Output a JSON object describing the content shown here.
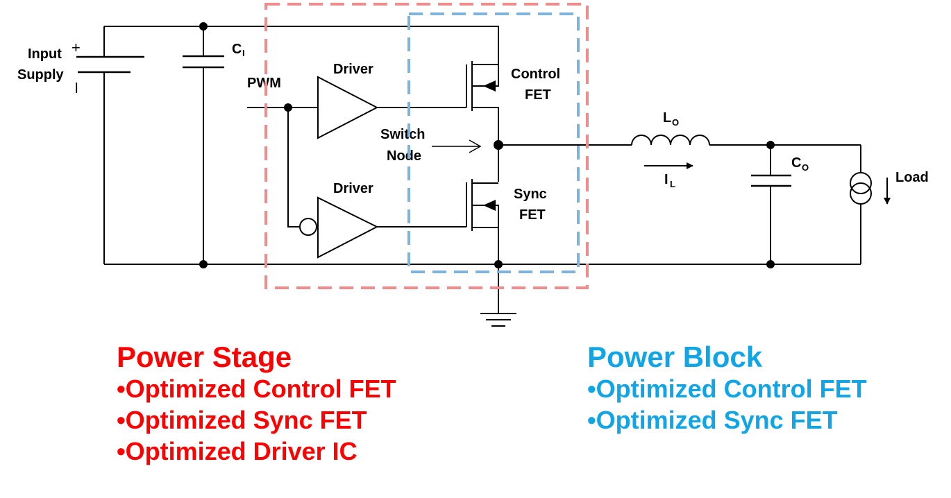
{
  "colors": {
    "power_stage": "#ff0000",
    "power_stage_box": "#f08c8c",
    "power_block": "#12a5e6",
    "power_block_box": "#7fb3dc",
    "wire": "#000000"
  },
  "circuit": {
    "input_supply_line1": "Input",
    "input_supply_line2": "Supply",
    "plus_sign": "+",
    "minus_sign": "l",
    "input_cap": "C",
    "input_cap_sub": "I",
    "pwm": "PWM",
    "driver_top": "Driver",
    "driver_bottom": "Driver",
    "control_fet_line1": "Control",
    "control_fet_line2": "FET",
    "switch_node_line1": "Switch",
    "switch_node_line2": "Node",
    "sync_fet_line1": "Sync",
    "sync_fet_line2": "FET",
    "inductor": "L",
    "inductor_sub": "O",
    "current": "I",
    "current_sub": "L",
    "output_cap": "C",
    "output_cap_sub": "O",
    "load": "Load"
  },
  "power_stage": {
    "title": "Power Stage",
    "items": [
      "Optimized Control FET",
      "Optimized Sync FET",
      "Optimized Driver IC"
    ]
  },
  "power_block": {
    "title": "Power Block",
    "items": [
      "Optimized Control FET",
      "Optimized Sync FET"
    ]
  }
}
